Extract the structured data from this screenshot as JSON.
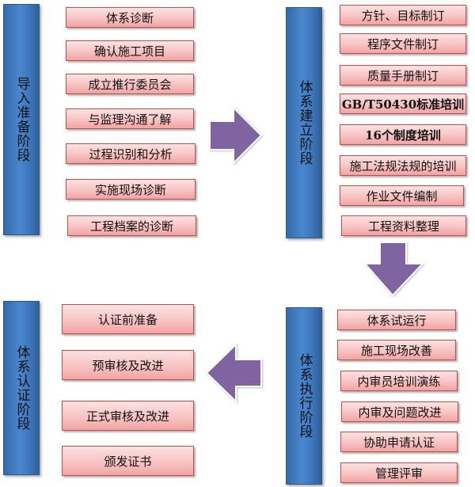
{
  "colors": {
    "stage_fill": "#4a87cf",
    "step_fill": "#f8c3c3",
    "step_border": "#c0504d",
    "arrow_fill": "#8064a2"
  },
  "stages": [
    {
      "label": "导入准备阶段",
      "steps": [
        "体系诊断",
        "确认施工项目",
        "成立推行委员会",
        "与监理沟通了解",
        "过程识别和分析",
        "实施现场诊断",
        "工程档案的诊断"
      ]
    },
    {
      "label": "体系建立阶段",
      "steps": [
        "方针、目标制订",
        "程序文件制订",
        "质量手册制订",
        "GB/T50430标准培训",
        "16个制度培训",
        "施工法规法规的培训",
        "作业文件编制",
        "工程资料整理"
      ]
    },
    {
      "label": "体系执行阶段",
      "steps": [
        "体系试运行",
        "施工现场改善",
        "内审员培训演练",
        "内审及问题改进",
        "协助申请认证",
        "管理评审"
      ]
    },
    {
      "label": "体系认证阶段",
      "steps": [
        "认证前准备",
        "预审核及改进",
        "正式审核及改进",
        "颁发证书"
      ]
    }
  ],
  "arrows": [
    {
      "icon": "arrow-right-icon",
      "from": "导入准备阶段",
      "to": "体系建立阶段"
    },
    {
      "icon": "arrow-down-icon",
      "from": "体系建立阶段",
      "to": "体系执行阶段"
    },
    {
      "icon": "arrow-left-icon",
      "from": "体系执行阶段",
      "to": "体系认证阶段"
    }
  ]
}
